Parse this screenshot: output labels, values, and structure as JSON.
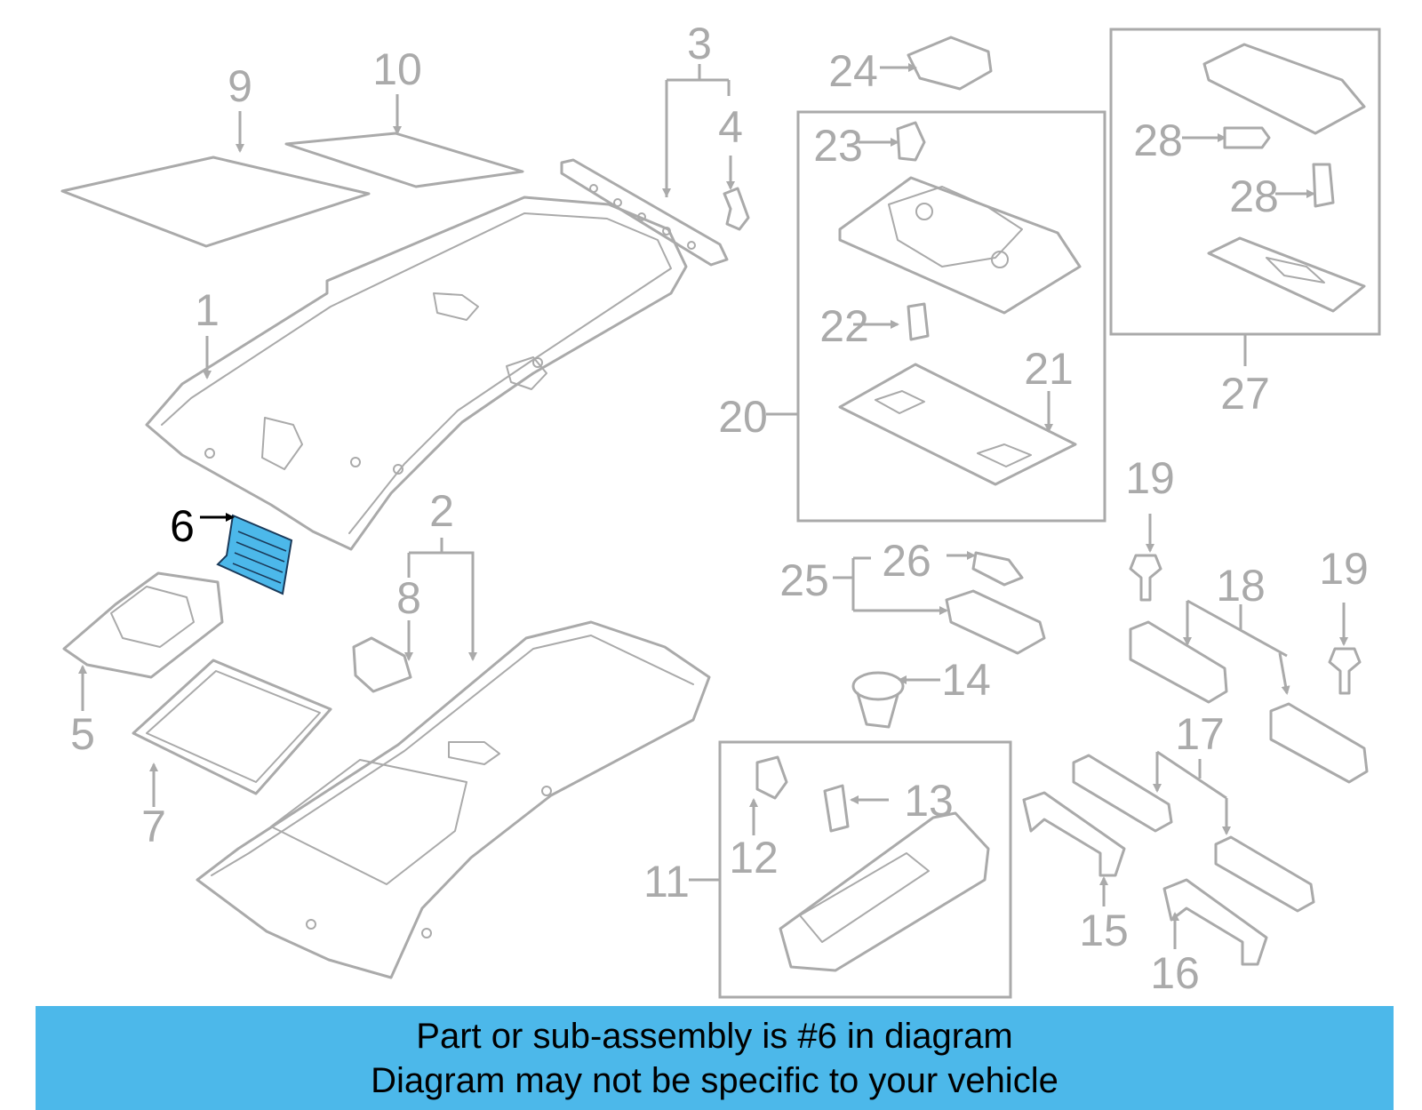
{
  "diagram": {
    "highlight_color": "#4cb8ea",
    "line_color": "#aaaaaa",
    "highlighted_part": "6",
    "callouts": {
      "c1": "1",
      "c2": "2",
      "c3": "3",
      "c4": "4",
      "c5": "5",
      "c6": "6",
      "c7": "7",
      "c8": "8",
      "c9": "9",
      "c10": "10",
      "c11": "11",
      "c12": "12",
      "c13": "13",
      "c14": "14",
      "c15": "15",
      "c16": "16",
      "c17": "17",
      "c18": "18",
      "c19a": "19",
      "c19b": "19",
      "c20": "20",
      "c21": "21",
      "c22": "22",
      "c23": "23",
      "c24": "24",
      "c25": "25",
      "c26": "26",
      "c27": "27",
      "c28a": "28",
      "c28b": "28"
    }
  },
  "banner": {
    "color": "#4cb8ea",
    "line1": "Part or sub-assembly is #6 in diagram",
    "line2": "Diagram may not be specific to your vehicle"
  }
}
